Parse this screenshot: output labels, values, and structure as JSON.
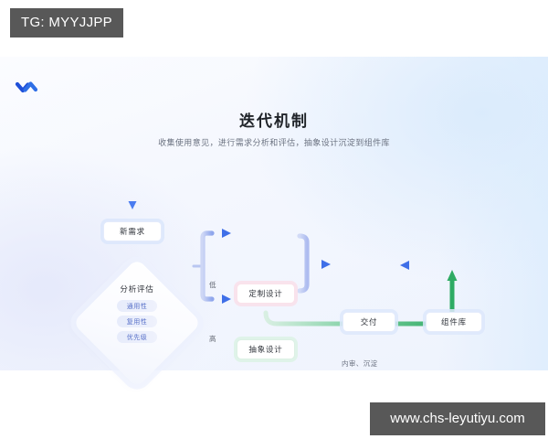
{
  "watermarks": {
    "top": "TG: MYYJJPP",
    "bottom": "www.chs-leyutiyu.com"
  },
  "card": {
    "logo_icon": "chevron-wave-logo-icon",
    "title": "迭代机制",
    "subtitle": "收集使用意见，进行需求分析和评估，抽象设计沉淀到组件库"
  },
  "diagram": {
    "nodes": {
      "new_requirement": "新需求",
      "analysis": "分析评估",
      "custom_design": "定制设计",
      "abstract_design": "抽象设计",
      "delivery": "交付",
      "component_library": "组件库"
    },
    "criteria": [
      {
        "label": "通用性"
      },
      {
        "label": "复用性"
      },
      {
        "label": "优先级"
      }
    ],
    "branch_labels": {
      "low": "低",
      "high": "高"
    },
    "return_path_label": "内审、沉淀",
    "colors": {
      "accent_blue": "#4a7cf0",
      "split_purple": "#a9b6ee",
      "custom_pink": "#f3c9d8",
      "abstract_green": "#bfe4cd",
      "return_green": "#3cb26c",
      "pill_text": "#5871c9",
      "watermark_bg": "#585858"
    }
  }
}
